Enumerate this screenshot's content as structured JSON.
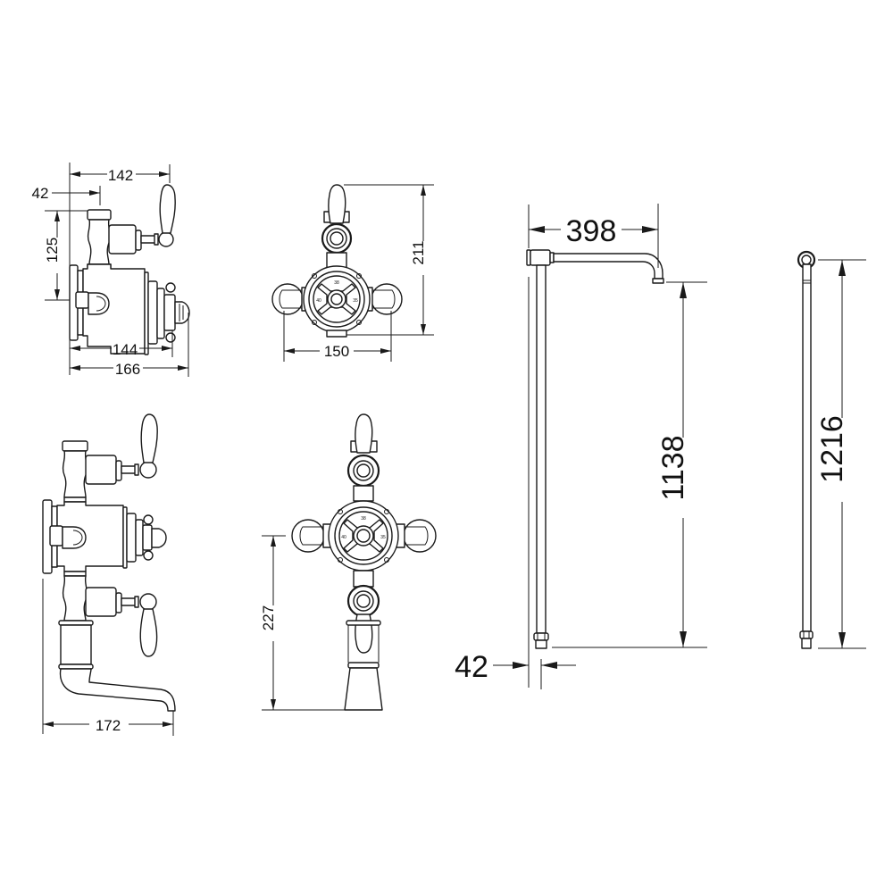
{
  "drawing": {
    "background": "#ffffff",
    "line_color": "#1a1a1a",
    "units": "mm",
    "views": [
      {
        "id": "valve-side-view",
        "description": "Twin-outlet thermostatic valve, side view",
        "dimensions": {
          "depth_total": "142",
          "wall_offset": "42",
          "height_outlet": "125",
          "body_depth": "144",
          "overall_depth": "166"
        }
      },
      {
        "id": "valve-front-view",
        "description": "Twin-outlet thermostatic valve, front view",
        "dimensions": {
          "height": "211",
          "width": "150"
        }
      },
      {
        "id": "triple-valve-side-view",
        "description": "Triple thermostatic valve with bath spout, side view",
        "dimensions": {
          "spout_projection": "172"
        }
      },
      {
        "id": "triple-valve-front-view",
        "description": "Triple thermostatic valve with bath spout, front view",
        "dimensions": {
          "lower_height": "227"
        }
      },
      {
        "id": "rigid-riser-with-arm",
        "description": "Rigid riser with shower arm",
        "dimensions": {
          "arm_projection": "398",
          "riser_height": "1138",
          "wall_offset": "42"
        }
      },
      {
        "id": "rigid-riser-straight",
        "description": "Straight rigid riser",
        "dimensions": {
          "riser_height": "1216"
        }
      }
    ]
  },
  "labels": {
    "d142": "142",
    "d42a": "42",
    "d125": "125",
    "d144": "144",
    "d166": "166",
    "d211": "211",
    "d150": "150",
    "d172": "172",
    "d227": "227",
    "d398": "398",
    "d1138": "1138",
    "d42b": "42",
    "d1216": "1216"
  }
}
